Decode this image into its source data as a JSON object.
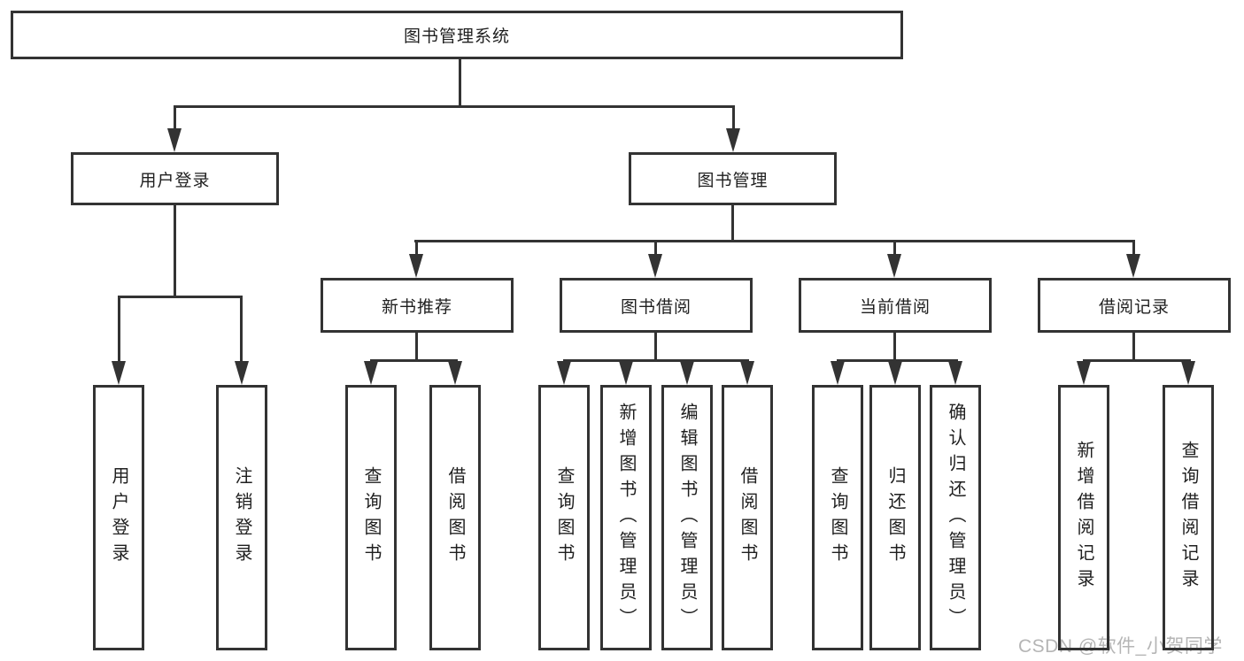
{
  "diagram": {
    "root": "图书管理系统",
    "level2": {
      "user_login": "用户登录",
      "book_management": "图书管理"
    },
    "level3": {
      "new_book_recommend": "新书推荐",
      "book_borrowing": "图书借阅",
      "current_borrowing": "当前借阅",
      "borrowing_records": "借阅记录"
    },
    "leaves": {
      "user_login": [
        "用户登录",
        "注销登录"
      ],
      "new_book_recommend": [
        "查询图书",
        "借阅图书"
      ],
      "book_borrowing": [
        "查询图书",
        "新增图书（管理员）",
        "编辑图书（管理员）",
        "借阅图书"
      ],
      "current_borrowing": [
        "查询图书",
        "归还图书",
        "确认归还（管理员）"
      ],
      "borrowing_records": [
        "新增借阅记录",
        "查询借阅记录"
      ]
    }
  },
  "watermark": "CSDN @软件_小贺同学",
  "colors": {
    "line": "#333333",
    "text": "#1f1f1f",
    "watermark": "#b5b5b5",
    "background": "#ffffff"
  }
}
